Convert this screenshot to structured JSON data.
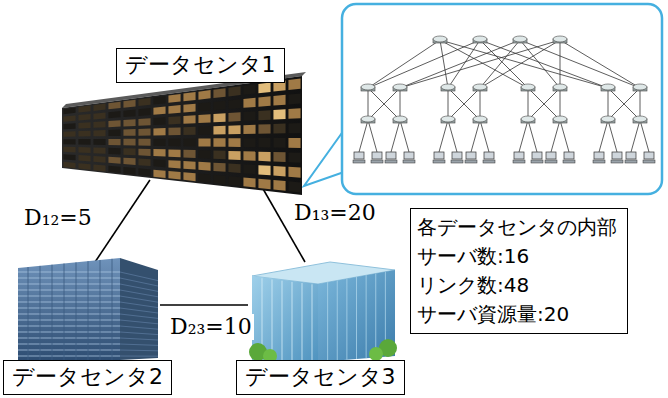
{
  "diagram": {
    "nodes": [
      {
        "text": [
          "データセンタ1"
        ]
      },
      {
        "text": [
          "各データセンタの内部",
          "サーバ数:16",
          "リンク数:48",
          "サーバ資源量:20"
        ]
      },
      {
        "text": [
          "データセンタ2"
        ]
      },
      {
        "text": [
          "データセンタ3"
        ]
      }
    ],
    "edges": [
      {
        "from": 0,
        "to": 2,
        "arrow": "none",
        "label": "D₁₂=5"
      },
      {
        "from": 0,
        "to": 3,
        "arrow": "none",
        "label": "D₁₃=20"
      },
      {
        "from": 2,
        "to": 3,
        "arrow": "none",
        "label": "D₂₃=10"
      }
    ]
  }
}
